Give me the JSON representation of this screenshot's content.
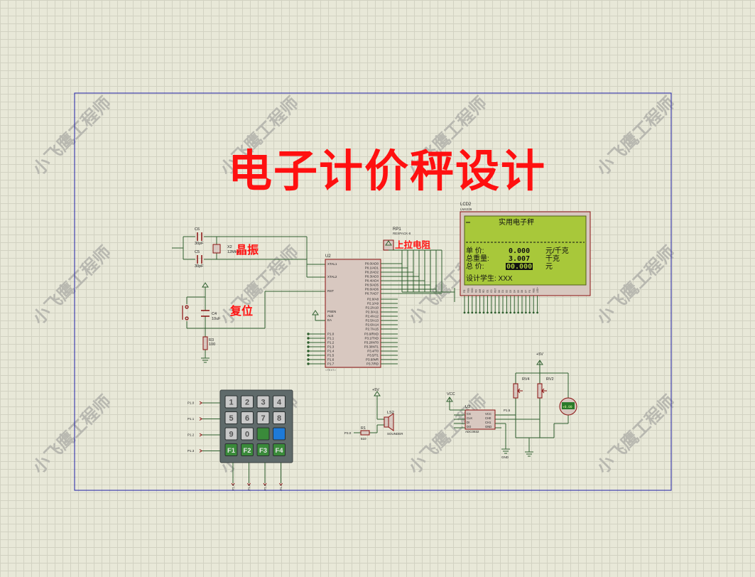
{
  "colors": {
    "grid_bg": "#e8e8d8",
    "border": "#1f1fa8",
    "wire": "#2f5f2f",
    "part_stroke": "#8a1010",
    "part_fill": "#d8c8c0",
    "title_red": "#ff1010",
    "lcd_screen": "#a8c83a",
    "keypad_body": "#5f6a6a",
    "key_face": "#c8c8c8",
    "key_func": "#3a8a3a",
    "key_blue": "#1e7ad8",
    "watermark": "#b8b8b0"
  },
  "title": "电子计价秤设计",
  "watermark": "小飞鹰工程师",
  "annotations": {
    "crystal": "晶振",
    "reset": "复位",
    "pullup": "上拉电阻"
  },
  "components": {
    "c6": {
      "ref": "C6",
      "value": "30pF"
    },
    "c5": {
      "ref": "C5",
      "value": "30pF"
    },
    "x2": {
      "ref": "X2",
      "value": "12MHz"
    },
    "c4": {
      "ref": "C4",
      "value": "10uF"
    },
    "r3": {
      "ref": "R3",
      "value": "100"
    },
    "u2": {
      "ref": "U2"
    },
    "rp1": {
      "ref": "RP1",
      "value": "RESPACK-8"
    },
    "lcd2": {
      "ref": "LCD2",
      "value": "LM4229"
    },
    "u3": {
      "ref": "U3",
      "value": "ADC0832"
    },
    "rv4": {
      "ref": "RV4"
    },
    "rv2": {
      "ref": "RV2"
    },
    "ls2": {
      "ref": "LS2",
      "value": "SOUNDER"
    },
    "r1": {
      "ref": "R1",
      "value": "510"
    },
    "supply": "+5V",
    "vcc": "VCC",
    "gnd": "GND",
    "text_tag": "<TEXT>"
  },
  "mcu": {
    "left_pins": [
      "XTAL1",
      "XTAL2",
      "RST",
      "PSEN",
      "ALE",
      "EA"
    ],
    "p1_pins": [
      "P1.0",
      "P1.1",
      "P1.2",
      "P1.3",
      "P1.4",
      "P1.5",
      "P1.6",
      "P1.7"
    ],
    "p0_pins": [
      "P0.0/AD0",
      "P0.1/AD1",
      "P0.2/AD2",
      "P0.3/AD3",
      "P0.4/AD4",
      "P0.5/AD5",
      "P0.6/AD6",
      "P0.7/AD7"
    ],
    "p2_pins": [
      "P2.0/A8",
      "P2.1/A9",
      "P2.2/A10",
      "P2.3/A11",
      "P2.4/A12",
      "P2.5/A13",
      "P2.6/A14",
      "P2.7/A15"
    ],
    "p3_pins": [
      "P3.0/RXD",
      "P3.1/TXD",
      "P3.2/INT0",
      "P3.3/INT1",
      "P3.4/T0",
      "P3.5/T1",
      "P3.6/WR",
      "P3.7/RD"
    ]
  },
  "lcd": {
    "line0": "实用电子秤",
    "rows": [
      {
        "label": "单  价:",
        "value": "0.000",
        "unit": "元/千克"
      },
      {
        "label": "总重量:",
        "value": "3.007",
        "unit": "千克"
      },
      {
        "label": "总  价:",
        "value": "00.000",
        "unit": "元"
      }
    ],
    "footer": "设计学生: XXX",
    "pins": [
      "FG",
      "VSS",
      "VDD",
      "VO",
      "WR",
      "RD",
      "CE",
      "CD",
      "RST",
      "D0",
      "D1",
      "D2",
      "D3",
      "D4",
      "D5",
      "D6",
      "D7",
      "FS",
      "VEE",
      "LED+"
    ]
  },
  "keypad": {
    "keys": [
      [
        "1",
        "2",
        "3",
        "4"
      ],
      [
        "5",
        "6",
        "7",
        "8"
      ],
      [
        "9",
        "0",
        "",
        ""
      ],
      [
        "F1",
        "F2",
        "F3",
        "F4"
      ]
    ],
    "row_labels": [
      "P1.0",
      "P1.1",
      "P1.2",
      "P1.3"
    ],
    "col_labels": [
      "P1.4",
      "P1.5",
      "P1.6",
      "P1.7"
    ]
  },
  "adc": {
    "left_pins": [
      "CS",
      "CLK",
      "DI",
      "DO"
    ],
    "right_pins": [
      "VCC",
      "CH0",
      "CH1",
      "GND"
    ]
  },
  "meter": {
    "value": "+0.00"
  },
  "buzzer_net": "P3.0",
  "adc_net": "P1.5"
}
